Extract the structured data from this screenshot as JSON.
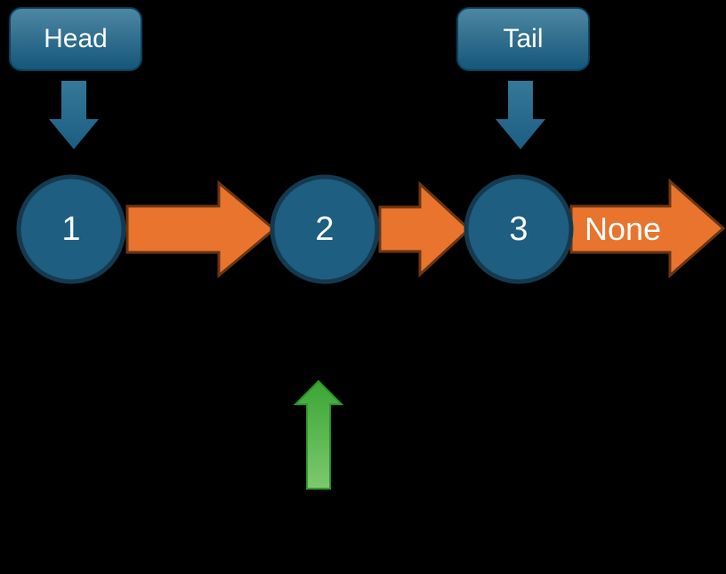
{
  "colors": {
    "background": "#000000",
    "box_gradient_top": "#4e87a4",
    "box_gradient_bottom": "#14567a",
    "box_border": "#0d4056",
    "blue_arrow_top": "#35789a",
    "blue_arrow_bottom": "#1b5e81",
    "node_fill": "#1d5e81",
    "node_border": "#15394e",
    "orange_fill": "#e8742e",
    "orange_border": "#6b3512",
    "green_arrow_top": "#3aa635",
    "green_arrow_bottom": "#7dc96e",
    "green_arrow_border": "#2f9429",
    "text": "#ffffff"
  },
  "pointers": {
    "head": {
      "label": "Head"
    },
    "tail": {
      "label": "Tail"
    }
  },
  "nodes": [
    {
      "value": "1"
    },
    {
      "value": "2"
    },
    {
      "value": "3"
    }
  ],
  "terminator": {
    "label": "None"
  },
  "icons": {
    "head_down_arrow": "down-arrow",
    "tail_down_arrow": "down-arrow",
    "link_arrow_1": "right-arrow",
    "link_arrow_2": "right-arrow",
    "none_arrow": "right-arrow",
    "green_up_arrow": "up-arrow"
  }
}
